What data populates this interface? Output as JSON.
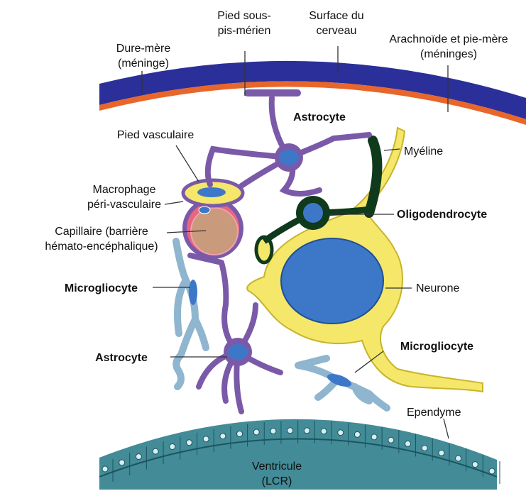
{
  "labels": {
    "dure_mere": "Dure-mère\n(méninge)",
    "pied_sous_pis": "Pied sous-\npis-mérien",
    "surface_cerveau": "Surface du\ncerveau",
    "arachnoide": "Arachnoïde et pie-mère\n(méninges)",
    "astrocyte_top": "Astrocyte",
    "pied_vasculaire": "Pied vasculaire",
    "myeline": "Myéline",
    "macrophage": "Macrophage\npéri-vasculaire",
    "oligodendrocyte": "Oligodendrocyte",
    "capillaire": "Capillaire (barrière\nhémato-encéphalique)",
    "microgliocyte_left": "Microgliocyte",
    "neurone": "Neurone",
    "astrocyte_bottom": "Astrocyte",
    "microgliocyte_right": "Microgliocyte",
    "ependyme": "Ependyme",
    "ventricule": "Ventricule\n(LCR)"
  },
  "colors": {
    "dura": "#2a2f9a",
    "pia": "#e8662a",
    "astrocyte": "#7a5aa8",
    "nucleus": "#3d78c8",
    "myelin": "#0f3a1c",
    "neuron": "#f5e76a",
    "capillary": "#c99a7c",
    "capillary_ring": "#e8667e",
    "microglia": "#b8d8ec",
    "ependyma": "#2e7e8c"
  }
}
